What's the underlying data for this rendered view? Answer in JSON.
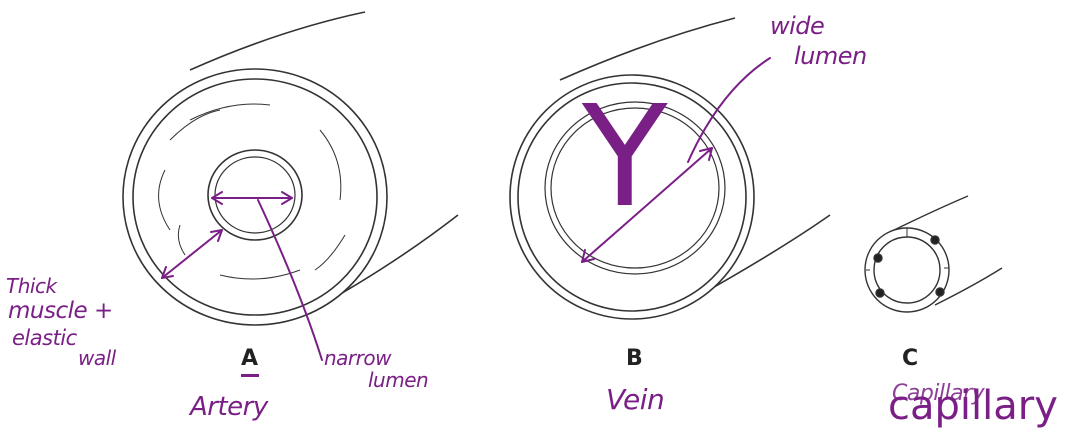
{
  "vessels": {
    "a": {
      "letter": "A",
      "name_note": "Artery"
    },
    "b": {
      "letter": "B",
      "name_note": "Vein"
    },
    "c": {
      "letter": "C",
      "name_note_scribble": "Capillary",
      "name_note": "capillary"
    }
  },
  "annotations": {
    "wall_a": [
      "Thick",
      "muscle +",
      "elastic",
      "wall"
    ],
    "lumen_a": [
      "narrow",
      "lumen"
    ],
    "lumen_b": [
      "wide",
      "lumen"
    ],
    "big_letter_b": "Y"
  },
  "colors": {
    "ink": "#7a1f86",
    "line": "#333333"
  }
}
